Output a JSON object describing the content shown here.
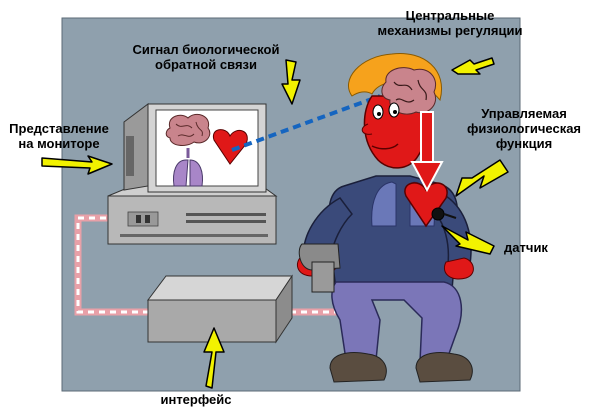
{
  "labels": {
    "central": "Центральные механизмы регуляции",
    "feedback": "Сигнал биологической обратной связи",
    "monitor": "Представление на мониторе",
    "managed": "Управляемая физиологическая функция",
    "sensor": "датчик",
    "interface": "интерфейс"
  },
  "icons": [
    "brain-icon",
    "heart-icon",
    "lungs-icon",
    "arrow-icon"
  ],
  "colors": {
    "background_panel": "#8fa0ad",
    "arrow": "#f2f200",
    "heart": "#e01818",
    "figure_body": "#3a4a7a",
    "legs": "#7b76b8",
    "hair": "#f6a21c",
    "cable_outer": "#e8a0a8",
    "cable_inner": "#ffffff",
    "feedback_line": "#1565c0"
  }
}
